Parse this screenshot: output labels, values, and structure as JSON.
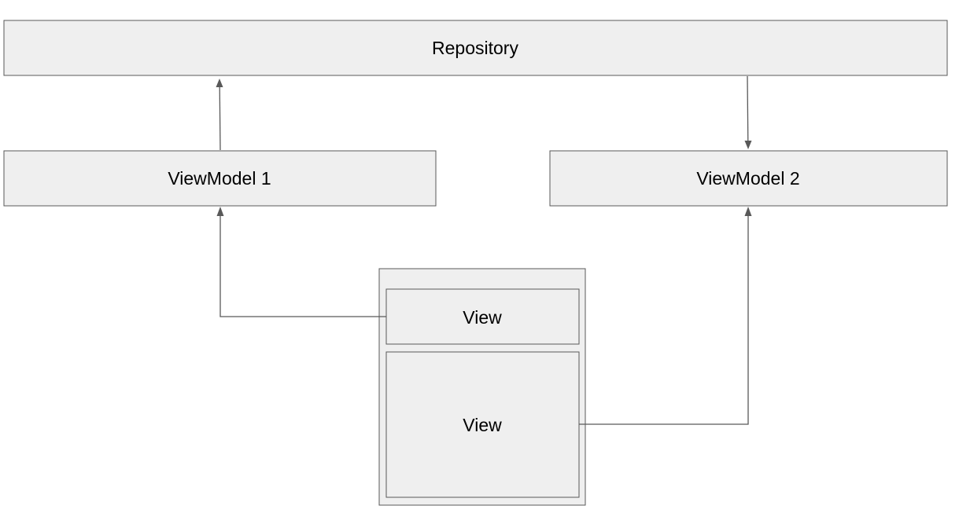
{
  "nodes": {
    "repository": {
      "label": "Repository"
    },
    "viewmodel_1": {
      "label": "ViewModel 1"
    },
    "viewmodel_2": {
      "label": "ViewModel 2"
    },
    "view_container": {
      "label": ""
    },
    "view_top": {
      "label": "View"
    },
    "view_bottom": {
      "label": "View"
    }
  },
  "edges": [
    {
      "from": "viewmodel_1",
      "to": "repository"
    },
    {
      "from": "repository",
      "to": "viewmodel_2"
    },
    {
      "from": "view_top",
      "to": "viewmodel_1"
    },
    {
      "from": "view_bottom",
      "to": "viewmodel_2"
    }
  ],
  "colors": {
    "box_fill": "#efefef",
    "stroke": "#595959",
    "text": "#000000",
    "background": "#ffffff"
  }
}
